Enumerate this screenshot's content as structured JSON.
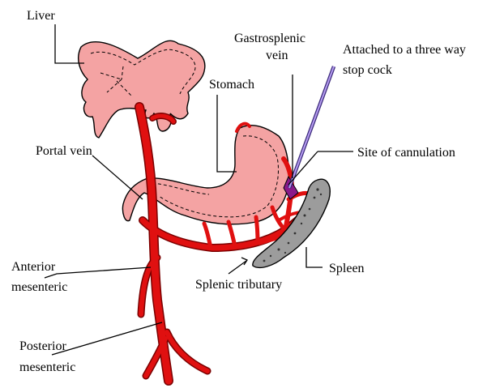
{
  "labels": {
    "liver": "Liver",
    "gastrosplenic_line1": "Gastrosplenic",
    "gastrosplenic_line2": "vein",
    "attached_line1": "Attached to a three way",
    "attached_line2": "stop cock",
    "stomach": "Stomach",
    "portal_vein": "Portal vein",
    "site_of_cannulation": "Site of cannulation",
    "anterior_line1": "Anterior",
    "anterior_line2": "mesenteric",
    "spleen": "Spleen",
    "splenic_tributary": "Splenic tributary",
    "posterior_line1": "Posterior",
    "posterior_line2": "mesenteric"
  },
  "colors": {
    "vein": "#e01010",
    "organ": "#f4a3a3",
    "spleen": "#9c9c9c",
    "cannula": "#7a3fc8"
  }
}
